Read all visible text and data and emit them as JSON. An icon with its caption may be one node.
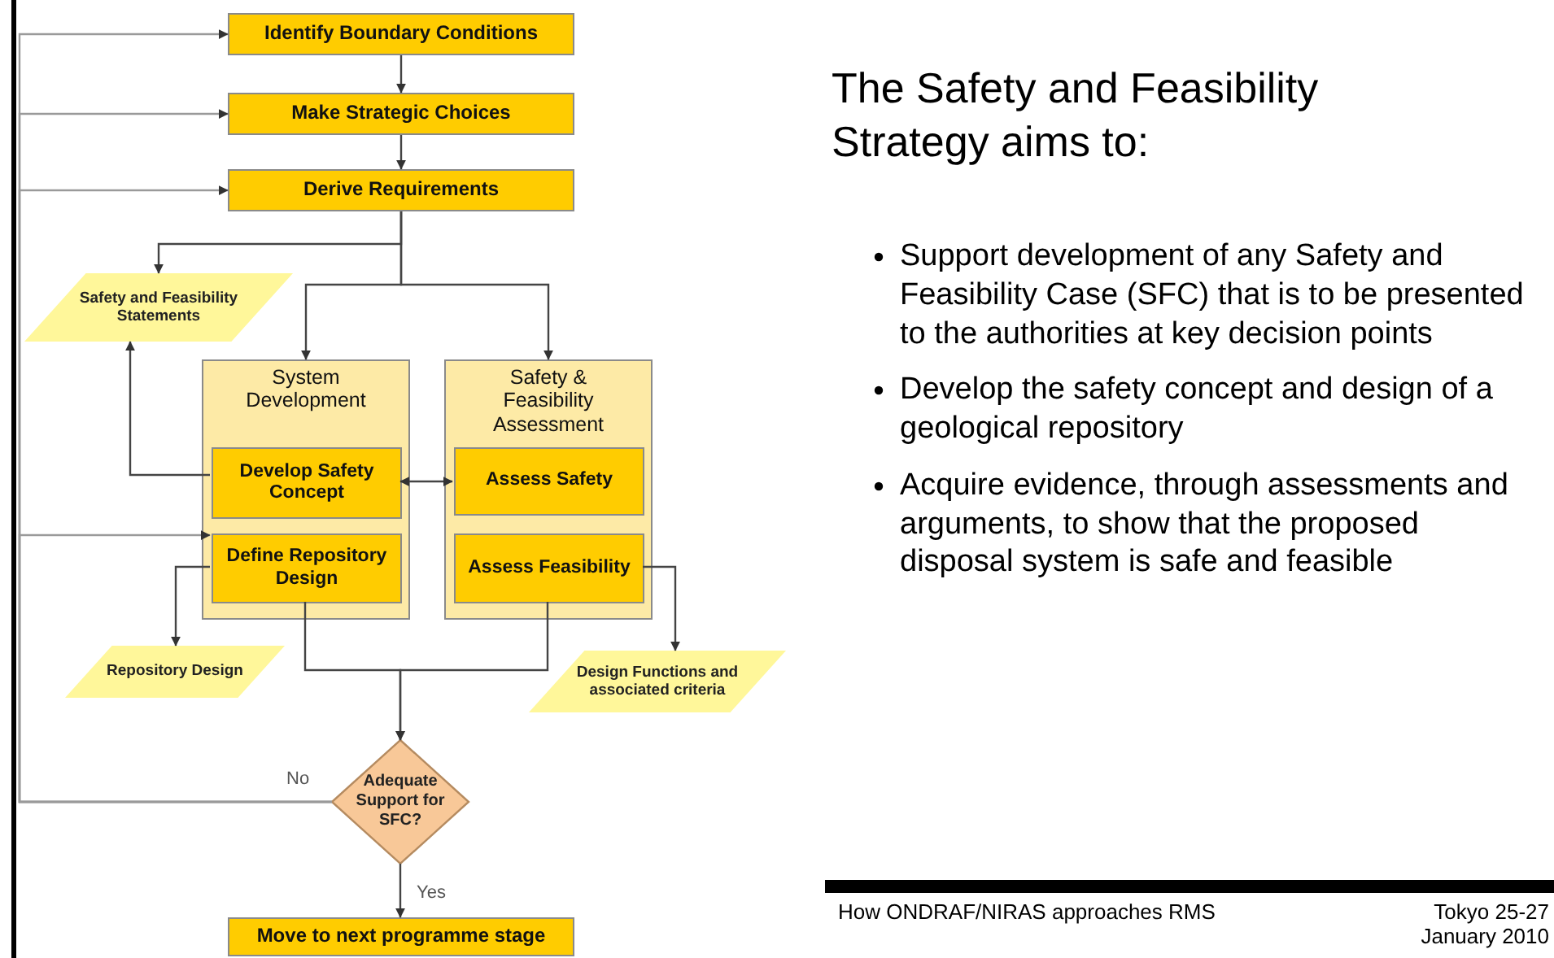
{
  "diagram": {
    "title": "The Safety and Feasibility Strategy aims to:",
    "nodes": [
      {
        "text": [
          "Identify Boundary Conditions"
        ]
      },
      {
        "text": [
          "Make Strategic Choices"
        ]
      },
      {
        "text": [
          "Derive Requirements"
        ]
      },
      {
        "text": [
          "Safety and Feasibility Statements"
        ]
      },
      {
        "text": [
          "System Development"
        ]
      },
      {
        "text": [
          "Develop Safety Concept"
        ],
        "in": 4
      },
      {
        "text": [
          "Define Repository Design"
        ],
        "in": 4
      },
      {
        "text": [
          "Safety & Feasibility Assessment"
        ]
      },
      {
        "text": [
          "Assess Safety"
        ],
        "in": 7
      },
      {
        "text": [
          "Assess Feasibility"
        ],
        "in": 7
      },
      {
        "text": [
          "Repository Design"
        ]
      },
      {
        "text": [
          "Design Functions and associated criteria"
        ]
      },
      {
        "text": [
          "Adequate Support for SFC?"
        ]
      },
      {
        "text": [
          "Move to next programme stage"
        ]
      }
    ],
    "edges": [
      {
        "from": 0,
        "to": 1,
        "arrow": "to"
      },
      {
        "from": 1,
        "to": 2,
        "arrow": "to"
      },
      {
        "from": 2,
        "to": 3,
        "arrow": "to"
      },
      {
        "from": 2,
        "to": 4,
        "arrow": "to"
      },
      {
        "from": 2,
        "to": 7,
        "arrow": "to"
      },
      {
        "from": 5,
        "to": 3,
        "arrow": "to"
      },
      {
        "from": 5,
        "to": 8,
        "arrow": "both"
      },
      {
        "from": 6,
        "to": 10,
        "arrow": "to"
      },
      {
        "from": 9,
        "to": 11,
        "arrow": "to"
      },
      {
        "from": 6,
        "to": 12,
        "arrow": "to"
      },
      {
        "from": 9,
        "to": 12,
        "arrow": "to"
      },
      {
        "from": 12,
        "to": 13,
        "arrow": "to",
        "label": "Yes"
      },
      {
        "from": 12,
        "to": 0,
        "arrow": "to",
        "label": "No"
      },
      {
        "from": 12,
        "to": 1,
        "arrow": "to"
      },
      {
        "from": 12,
        "to": 2,
        "arrow": "to"
      },
      {
        "from": 12,
        "to": 5,
        "arrow": "to"
      }
    ],
    "labels": [
      "Support development of any Safety and Feasibility Case (SFC) that is to be presented to the authorities at key decision points",
      "Develop the safety concept and design of a geological repository",
      "Acquire evidence, through assessments and arguments, to show  that the proposed disposal system is safe and feasible",
      "How ONDRAF/NIRAS approaches RMS",
      "Tokyo 25-27 January 2010"
    ]
  }
}
